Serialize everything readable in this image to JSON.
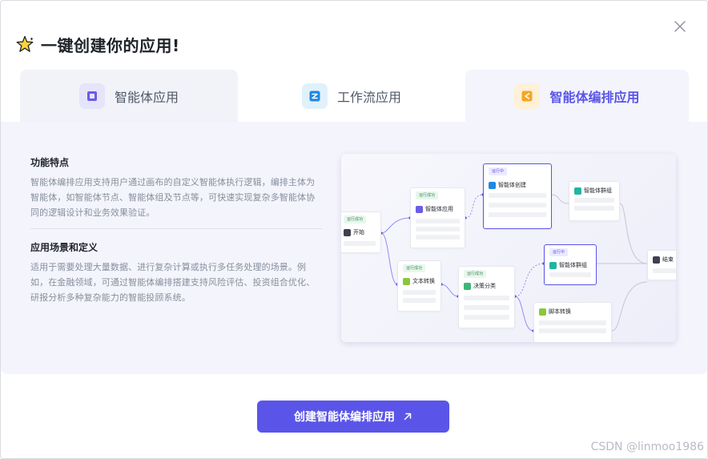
{
  "dialog": {
    "title": "一键创建你的应用!",
    "close_icon": "close-icon",
    "title_icon": "sparkle-star-icon"
  },
  "tabs": [
    {
      "label": "智能体应用",
      "icon": "agent-app-icon",
      "icon_color": "#6b5ce7",
      "icon_bg": "#e6e4fb",
      "selected": false
    },
    {
      "label": "工作流应用",
      "icon": "workflow-icon",
      "icon_color": "#1e88e5",
      "icon_bg": "#e0f1fc",
      "selected": false
    },
    {
      "label": "智能体编排应用",
      "icon": "orchestration-icon",
      "icon_color": "#f5a623",
      "icon_bg": "#fff0d8",
      "selected": true
    }
  ],
  "features": {
    "title": "功能特点",
    "text": "智能体编排应用支持用户通过画布的自定义智能体执行逻辑，编排主体为智能体，如智能体节点、智能体组及节点等，可快速实现复杂多智能体协同的逻辑设计和业务效果验证。"
  },
  "scenarios": {
    "title": "应用场景和定义",
    "text": "适用于需要处理大量数据、进行复杂计算或执行多任务处理的场景。例如，在金融领域，可通过智能体编排搭建支持风险评估、投资组合优化、研报分析多种复杂能力的智能投顾系统。"
  },
  "flow": {
    "badges": {
      "success": "运行成功",
      "running": "运行中"
    },
    "nodes": {
      "start": "开始",
      "agent_app": "智能体应用",
      "agent_create": "智能体创建",
      "agent_group_top": "智能体群组",
      "text_convert": "文本转换",
      "decision": "决策分类",
      "agent_group_mid": "智能体群组",
      "script": "脚本转换",
      "end": "结束"
    }
  },
  "create_button": {
    "label": "创建智能体编排应用",
    "icon": "arrow-up-right-icon"
  },
  "watermark": "CSDN @linmoo1986",
  "colors": {
    "accent": "#5a55e8",
    "panel_bg": "#f4f4fd",
    "success": "#3c8c5a"
  }
}
